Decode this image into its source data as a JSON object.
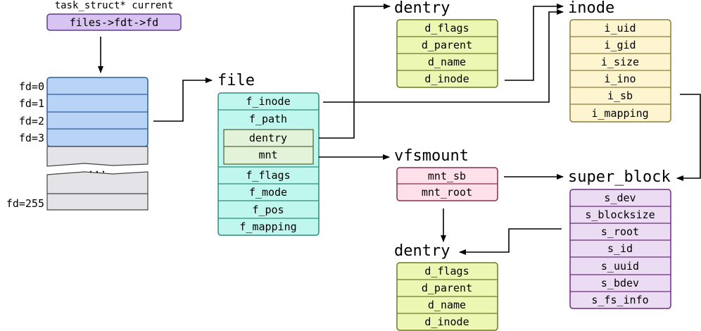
{
  "task": {
    "caption": "task_struct* current",
    "expr": "files->fdt->fd"
  },
  "fd_table": {
    "labels": [
      "fd=0",
      "fd=1",
      "fd=2",
      "fd=3"
    ],
    "last_label": "fd=255",
    "gap": "..."
  },
  "file": {
    "title": "file",
    "f_inode": "f_inode",
    "f_path": "f_path",
    "dentry": "dentry",
    "mnt": "mnt",
    "f_flags": "f_flags",
    "f_mode": "f_mode",
    "f_pos": "f_pos",
    "f_mapping": "f_mapping"
  },
  "dentry_top": {
    "title": "dentry",
    "fields": [
      "d_flags",
      "d_parent",
      "d_name",
      "d_inode"
    ]
  },
  "inode": {
    "title": "inode",
    "fields": [
      "i_uid",
      "i_gid",
      "i_size",
      "i_ino",
      "i_sb",
      "i_mapping"
    ]
  },
  "vfsmount": {
    "title": "vfsmount",
    "fields": [
      "mnt_sb",
      "mnt_root"
    ]
  },
  "super_block": {
    "title": "super_block",
    "fields": [
      "s_dev",
      "s_blocksize",
      "s_root",
      "s_id",
      "s_uuid",
      "s_bdev",
      "s_fs_info"
    ]
  },
  "dentry_bottom": {
    "title": "dentry",
    "fields": [
      "d_flags",
      "d_parent",
      "d_name",
      "d_inode"
    ]
  },
  "colors": {
    "task_fill": "#d9c3f2",
    "task_stroke": "#5e3c8c",
    "fd_fill": "#b9d3f7",
    "fd_stroke": "#2e5c9e",
    "gray_fill": "#e4e4e8",
    "file_fill": "#bff7ee",
    "file_stroke": "#2d8c7c",
    "path_fill": "#e3f3d9",
    "path_stroke": "#556b3a",
    "dentry_fill": "#ecf7b3",
    "dentry_stroke": "#6b7a25",
    "inode_fill": "#fdf5d0",
    "inode_stroke": "#8c7c3a",
    "vfs_fill": "#fde0ea",
    "vfs_stroke": "#8c2d4a",
    "sb_fill": "#ecdcf3",
    "sb_stroke": "#6b2d7c"
  }
}
